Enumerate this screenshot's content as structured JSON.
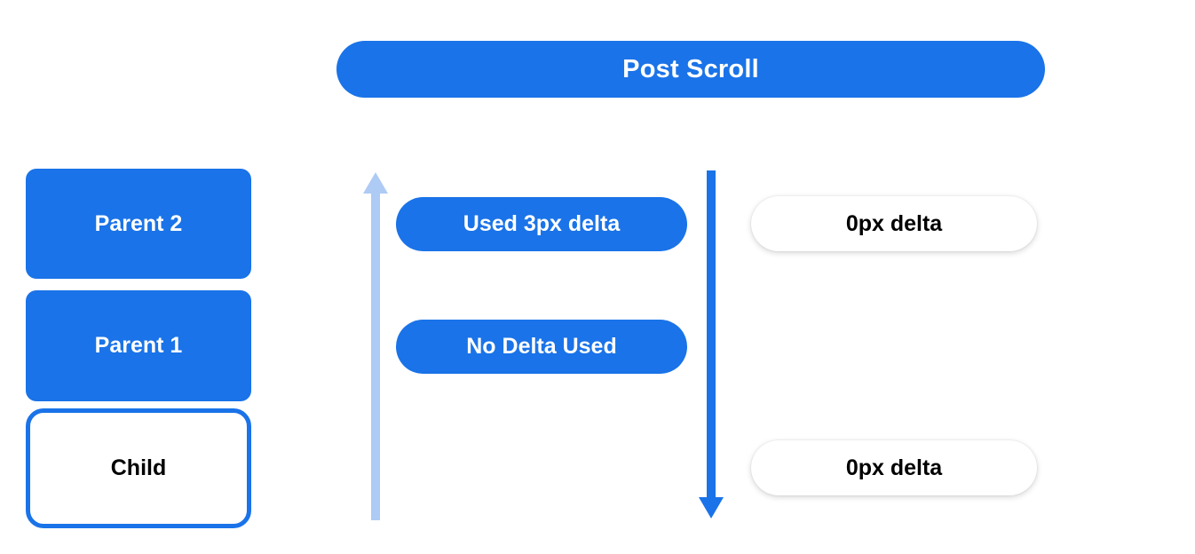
{
  "header": {
    "title": "Post Scroll"
  },
  "scroll_chain": {
    "boxes": [
      {
        "label": "Parent 2",
        "style": "filled"
      },
      {
        "label": "Parent 1",
        "style": "filled"
      },
      {
        "label": "Child",
        "style": "outlined"
      }
    ]
  },
  "arrows": [
    {
      "name": "scroll-up-arrow",
      "direction": "up",
      "color": "#aecbf5"
    },
    {
      "name": "scroll-down-arrow",
      "direction": "down",
      "color": "#1a73e8"
    }
  ],
  "consumed_labels": [
    {
      "label": "Used 3px delta"
    },
    {
      "label": "No Delta Used"
    }
  ],
  "remaining_labels": [
    {
      "label": "0px delta"
    },
    {
      "label": "0px delta"
    }
  ],
  "colors": {
    "primary_blue": "#1a73e8",
    "light_blue": "#aecbf5",
    "white": "#ffffff",
    "black": "#000000",
    "background": "#ffffff"
  }
}
